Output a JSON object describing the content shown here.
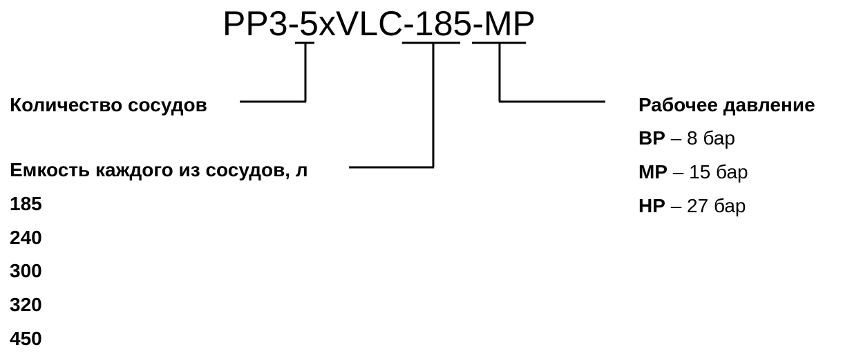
{
  "model_code": {
    "prefix": "PP3-",
    "vessel_count": "5",
    "mid": "xVLC-",
    "capacity": "185",
    "dash": "-",
    "pressure": "MP"
  },
  "left_labels": {
    "vessel_count_label": "Количество сосудов",
    "capacity_label": "Емкость каждого из сосудов, л",
    "capacities": [
      "185",
      "240",
      "300",
      "320",
      "450"
    ]
  },
  "right_labels": {
    "pressure_label": "Рабочее давление",
    "pressures": [
      {
        "code": "BP",
        "value": "– 8 бар"
      },
      {
        "code": "MP",
        "value": "– 15 бар"
      },
      {
        "code": "HP",
        "value": "– 27 бар"
      }
    ]
  }
}
